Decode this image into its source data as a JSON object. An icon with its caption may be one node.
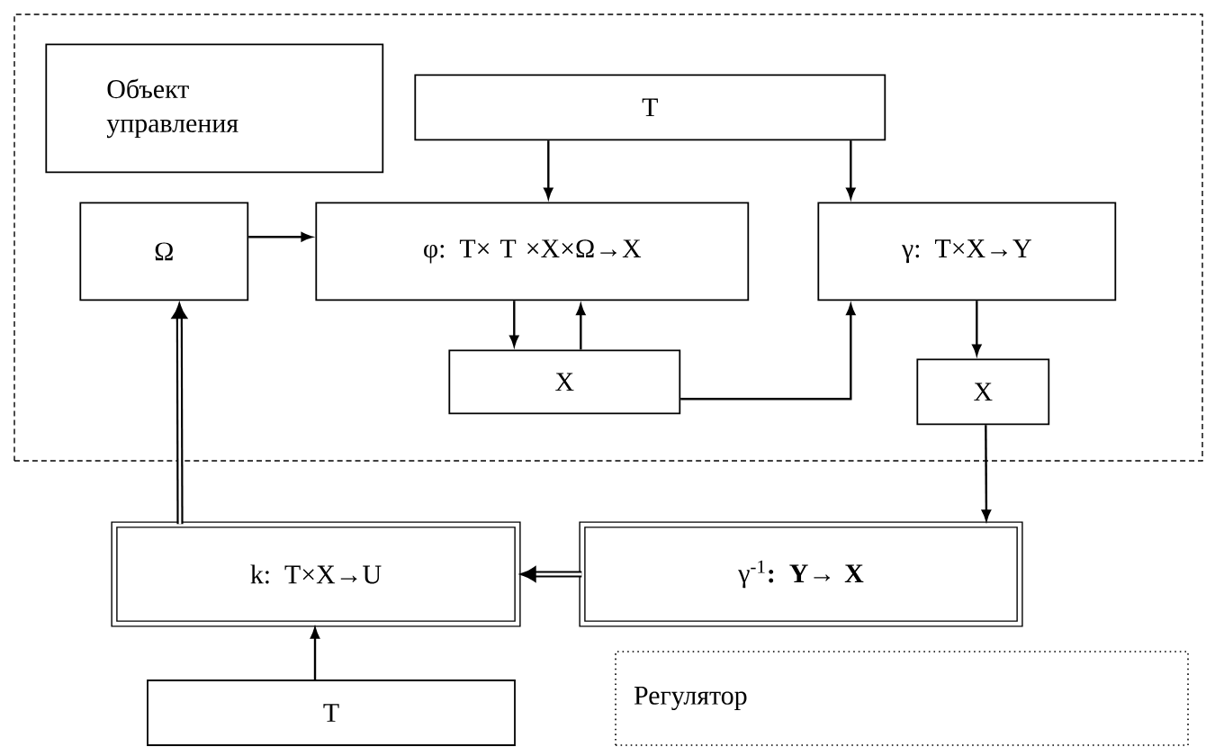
{
  "diagram": {
    "nodes": [
      {
        "text": [],
        "shape": "box"
      },
      {
        "text": [
          "Объект управления"
        ],
        "in": 0
      },
      {
        "text": [
          "T"
        ],
        "in": 0
      },
      {
        "text": [
          "Ω"
        ],
        "in": 0
      },
      {
        "text": [
          "φ: T× T ×X×Ω→X"
        ],
        "in": 0
      },
      {
        "text": [
          "γ: T×X→Y"
        ],
        "in": 0
      },
      {
        "text": [
          "X"
        ],
        "in": 0
      },
      {
        "text": [
          "X"
        ],
        "in": 0
      },
      {
        "text": [
          "k: T×X→U"
        ]
      },
      {
        "text": [
          "γ$^{-1}$**: Y→ X**"
        ]
      },
      {
        "text": [
          "T"
        ]
      },
      {
        "text": [
          "Регулятор"
        ]
      }
    ],
    "edges": [
      {
        "from": 2,
        "to": 4,
        "arrow": "to"
      },
      {
        "from": 2,
        "to": 5,
        "arrow": "to"
      },
      {
        "from": 3,
        "to": 4,
        "arrow": "to"
      },
      {
        "from": 4,
        "to": 6,
        "arrow": "to"
      },
      {
        "from": 6,
        "to": 4,
        "arrow": "to"
      },
      {
        "from": 6,
        "to": 5,
        "arrow": "to"
      },
      {
        "from": 5,
        "to": 7,
        "arrow": "to"
      },
      {
        "from": 7,
        "to": 9,
        "arrow": "to"
      },
      {
        "from": 9,
        "to": 8,
        "arrow": "to",
        "style": "thick"
      },
      {
        "from": 8,
        "to": 3,
        "arrow": "to",
        "style": "thick"
      },
      {
        "from": 10,
        "to": 8,
        "arrow": "to"
      }
    ]
  }
}
